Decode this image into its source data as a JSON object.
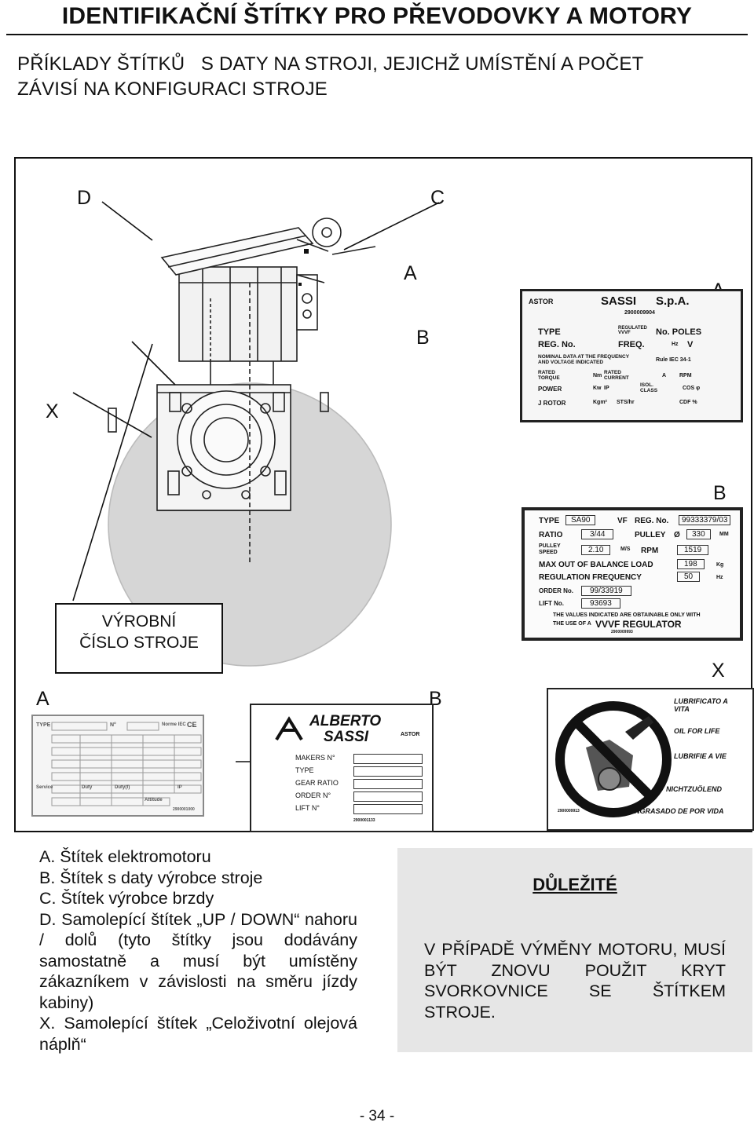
{
  "header": {
    "title": "IDENTIFIKAČNÍ ŠTÍTKY PRO PŘEVODOVKY A MOTORY",
    "subtitle_line1": "PŘÍKLADY ŠTÍTKŮ   S DATY NA STROJI, JEJICHŽ UMÍSTĚNÍ A POČET",
    "subtitle_line2": "ZÁVISÍ NA KONFIGURACI STROJE"
  },
  "figure": {
    "callouts": {
      "d": "D",
      "c": "C",
      "a_top": "A",
      "b_top": "B",
      "x_left": "X",
      "a_right": "A",
      "b_right": "B",
      "x_right": "X",
      "a_bottom": "A",
      "b_bottom": "B"
    },
    "serial_box": {
      "line1": "VÝROBNÍ",
      "line2": "ČÍSLO STROJE"
    },
    "plate_a_motor": {
      "brand": "SASSI",
      "company": "S.p.A.",
      "logo": "ASTOR",
      "serial": "2900009904",
      "type": "TYPE",
      "regulated": "REGULATED VVVF",
      "poles": "No. POLES",
      "reg_no": "REG. No.",
      "freq": "FREQ.",
      "hz": "Hz",
      "v": "V",
      "nominal": "NOMINAL DATA AT THE FREQUENCY AND VOLTAGE INDICATED",
      "rule": "Rule IEC 34-1",
      "rated_torque": "RATED TORQUE",
      "nm": "Nm",
      "rated_current": "RATED CURRENT",
      "amp": "A",
      "rpm": "RPM",
      "power": "POWER",
      "kw": "Kw",
      "ip": "IP",
      "isol": "ISOL. CLASS",
      "cos": "COS φ",
      "j_rotor": "J ROTOR",
      "kgm": "Kgm²",
      "sts": "STS/hr",
      "cdf": "CDF %"
    },
    "plate_b_machine": {
      "type": "TYPE",
      "type_val": "SA90",
      "vf": "VF",
      "reg_no": "REG. No.",
      "reg_val": "99333379/03",
      "ratio": "RATIO",
      "ratio_val": "3/44",
      "pulley": "PULLEY",
      "pulley_sym": "Ø",
      "pulley_val": "330",
      "mm": "MM",
      "pulley_speed": "PULLEY SPEED",
      "speed_val": "2.10",
      "ms": "M/S",
      "rpm": "RPM",
      "rpm_val": "1519",
      "max_out": "MAX OUT OF BALANCE LOAD",
      "max_val": "198",
      "kg": "Kg",
      "reg_freq": "REGULATION FREQUENCY",
      "freq_val": "50",
      "hz": "Hz",
      "order_no": "ORDER No.",
      "order_val": "99/33919",
      "lift_no": "LIFT No.",
      "lift_val": "93693",
      "note1": "THE VALUES INDICATED ARE OBTAINABLE ONLY WITH",
      "note2": "THE USE OF A",
      "vvvf": "VVVF REGULATOR",
      "serial": "2900009993"
    },
    "plate_x_sticker": {
      "lines": [
        "LUBRIFICATO A VITA",
        "OIL FOR LIFE",
        "LUBRIFIE A VIE",
        "NICHTZUÖLEND",
        "ENGRASADO DE POR VIDA"
      ],
      "code": "2900009913"
    },
    "plate_a_bottom": {
      "type": "TYPE",
      "n": "N°",
      "norme": "Norme IEC",
      "ce": "CE",
      "serial": "2900001000",
      "service": "Service",
      "duty": "Duty",
      "dutyf": "Duty(f)",
      "ip": "IP",
      "attitude": "Attitude"
    },
    "plate_b_bottom": {
      "brand1": "ALBERTO",
      "brand2": "SASSI",
      "logo": "ASTOR",
      "makers": "MAKERS N°",
      "type": "TYPE",
      "gear_ratio": "GEAR RATIO",
      "order": "ORDER N°",
      "lift": "LIFT N°",
      "serial": "2900001133"
    }
  },
  "legend": {
    "a": "A. Štítek elektromotoru",
    "b": "B. Štítek s daty výrobce stroje",
    "c": "C. Štítek výrobce brzdy",
    "d_1": "D. Samolepící štítek „UP / DOWN“ nahoru / dolů (tyto štítky jsou dodávány samostatně a musí být umístěny zákazníkem v závislosti na směru jízdy kabiny)",
    "x": "X. Samolepící štítek „Celoživotní olejová náplň“"
  },
  "important": {
    "title": "DŮLEŽITÉ",
    "body": "V PŘÍPADĚ VÝMĚNY MOTORU, MUSÍ BÝT ZNOVU POUŽIT KRYT SVORKOVNICE SE ŠTÍTKEM STROJE."
  },
  "footer": {
    "page": "- 34 -"
  }
}
